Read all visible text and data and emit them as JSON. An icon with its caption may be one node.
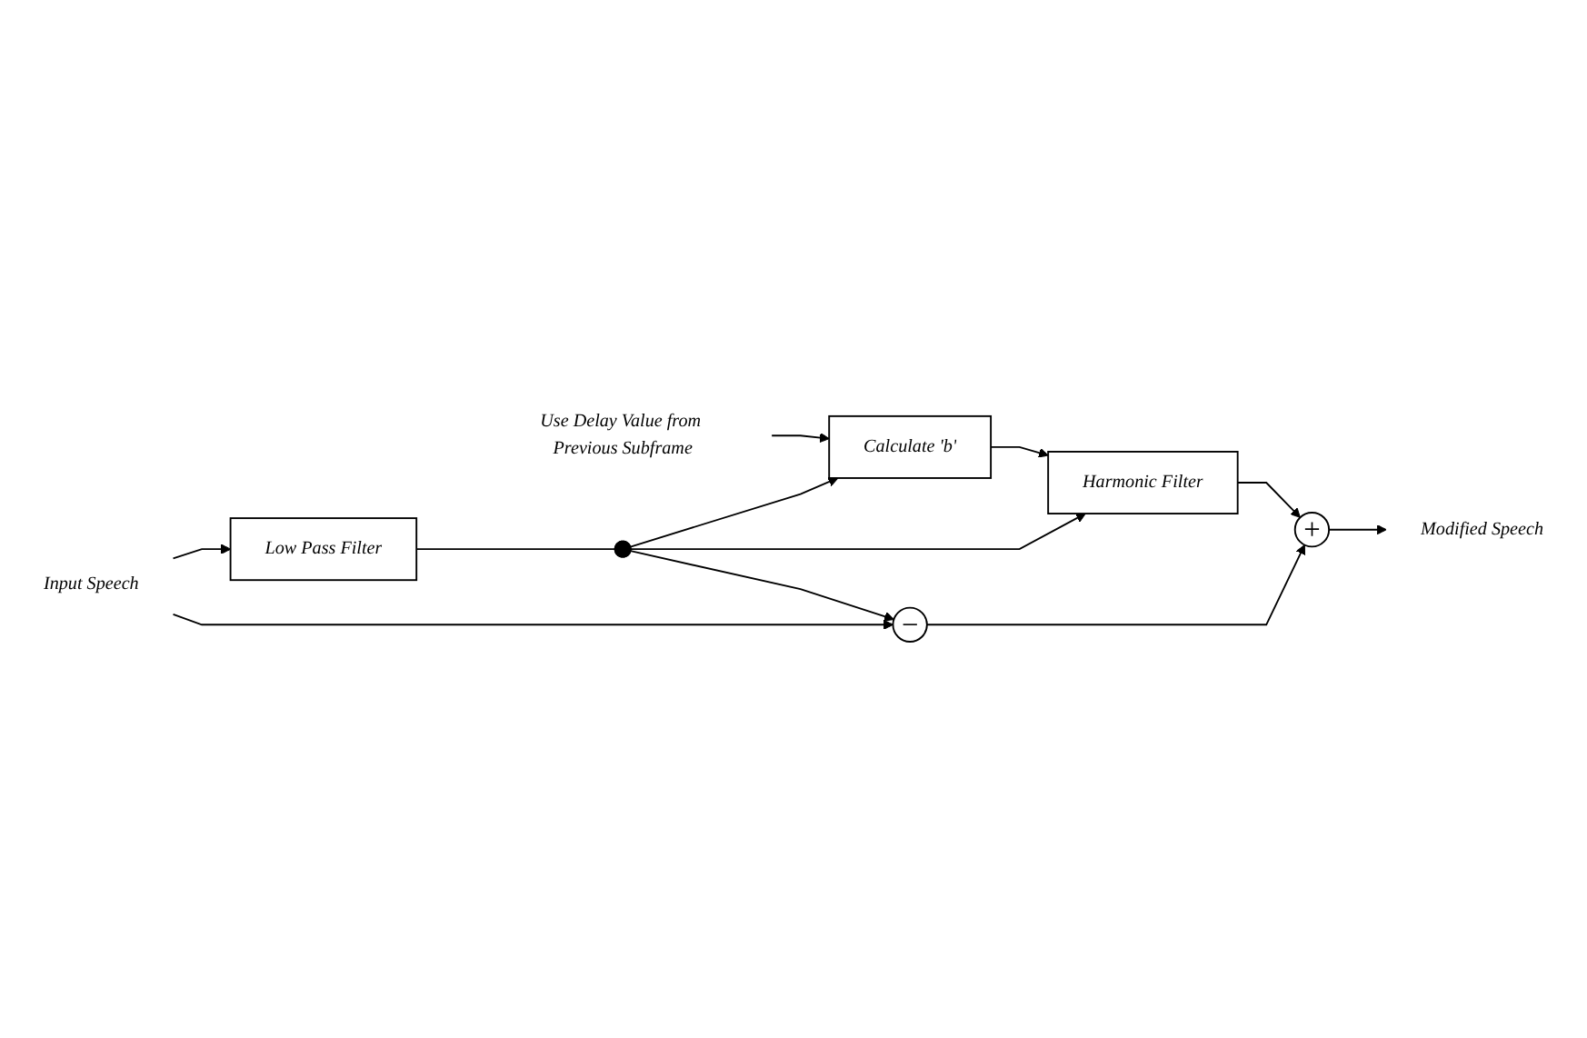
{
  "diagram": {
    "nodes": [
      {
        "text": [
          "Use Delay Value from Previous Subframe"
        ]
      },
      {
        "text": [
          "Calculate 'b'"
        ]
      },
      {
        "text": [
          "Low Pass Filter"
        ]
      },
      {
        "text": [],
        "shape": "circle"
      },
      {
        "text": [
          "Harmonic Filter"
        ]
      },
      {
        "text": [
          "Input Speech"
        ]
      },
      {
        "text": [
          "Modified Speech"
        ]
      },
      {
        "text": [
          "+"
        ]
      },
      {
        "text": [
          "−"
        ]
      }
    ],
    "edges": [
      {
        "from": 0,
        "to": 1,
        "arrow": "to"
      },
      {
        "from": 5,
        "to": 2,
        "arrow": "to"
      },
      {
        "from": 5,
        "to": 8,
        "arrow": "to"
      },
      {
        "from": 2,
        "to": 3,
        "arrow": "none"
      },
      {
        "from": 3,
        "to": 1,
        "arrow": "to"
      },
      {
        "from": 3,
        "to": 4,
        "arrow": "to"
      },
      {
        "from": 3,
        "to": 8,
        "arrow": "to"
      },
      {
        "from": 1,
        "to": 4,
        "arrow": "to"
      },
      {
        "from": 4,
        "to": 7,
        "arrow": "to"
      },
      {
        "from": 8,
        "to": 7,
        "arrow": "to"
      },
      {
        "from": 7,
        "to": 6,
        "arrow": "to"
      }
    ]
  }
}
